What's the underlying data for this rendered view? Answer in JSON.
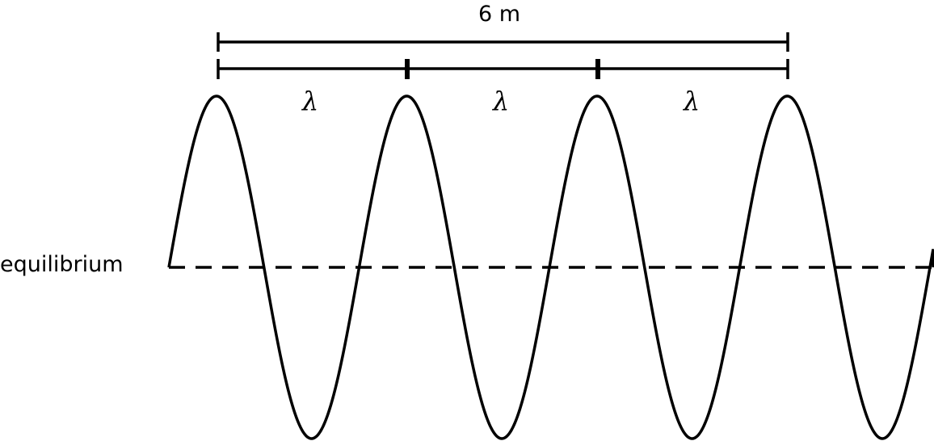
{
  "diagram": {
    "total_length_label": "6 m",
    "wavelength_label": "λ",
    "wavelength_labels": [
      "λ",
      "λ",
      "λ"
    ],
    "equilibrium_label": "equilibrium",
    "wavelength_count": 3,
    "total_length_m": 6,
    "line_color": "#000000"
  }
}
